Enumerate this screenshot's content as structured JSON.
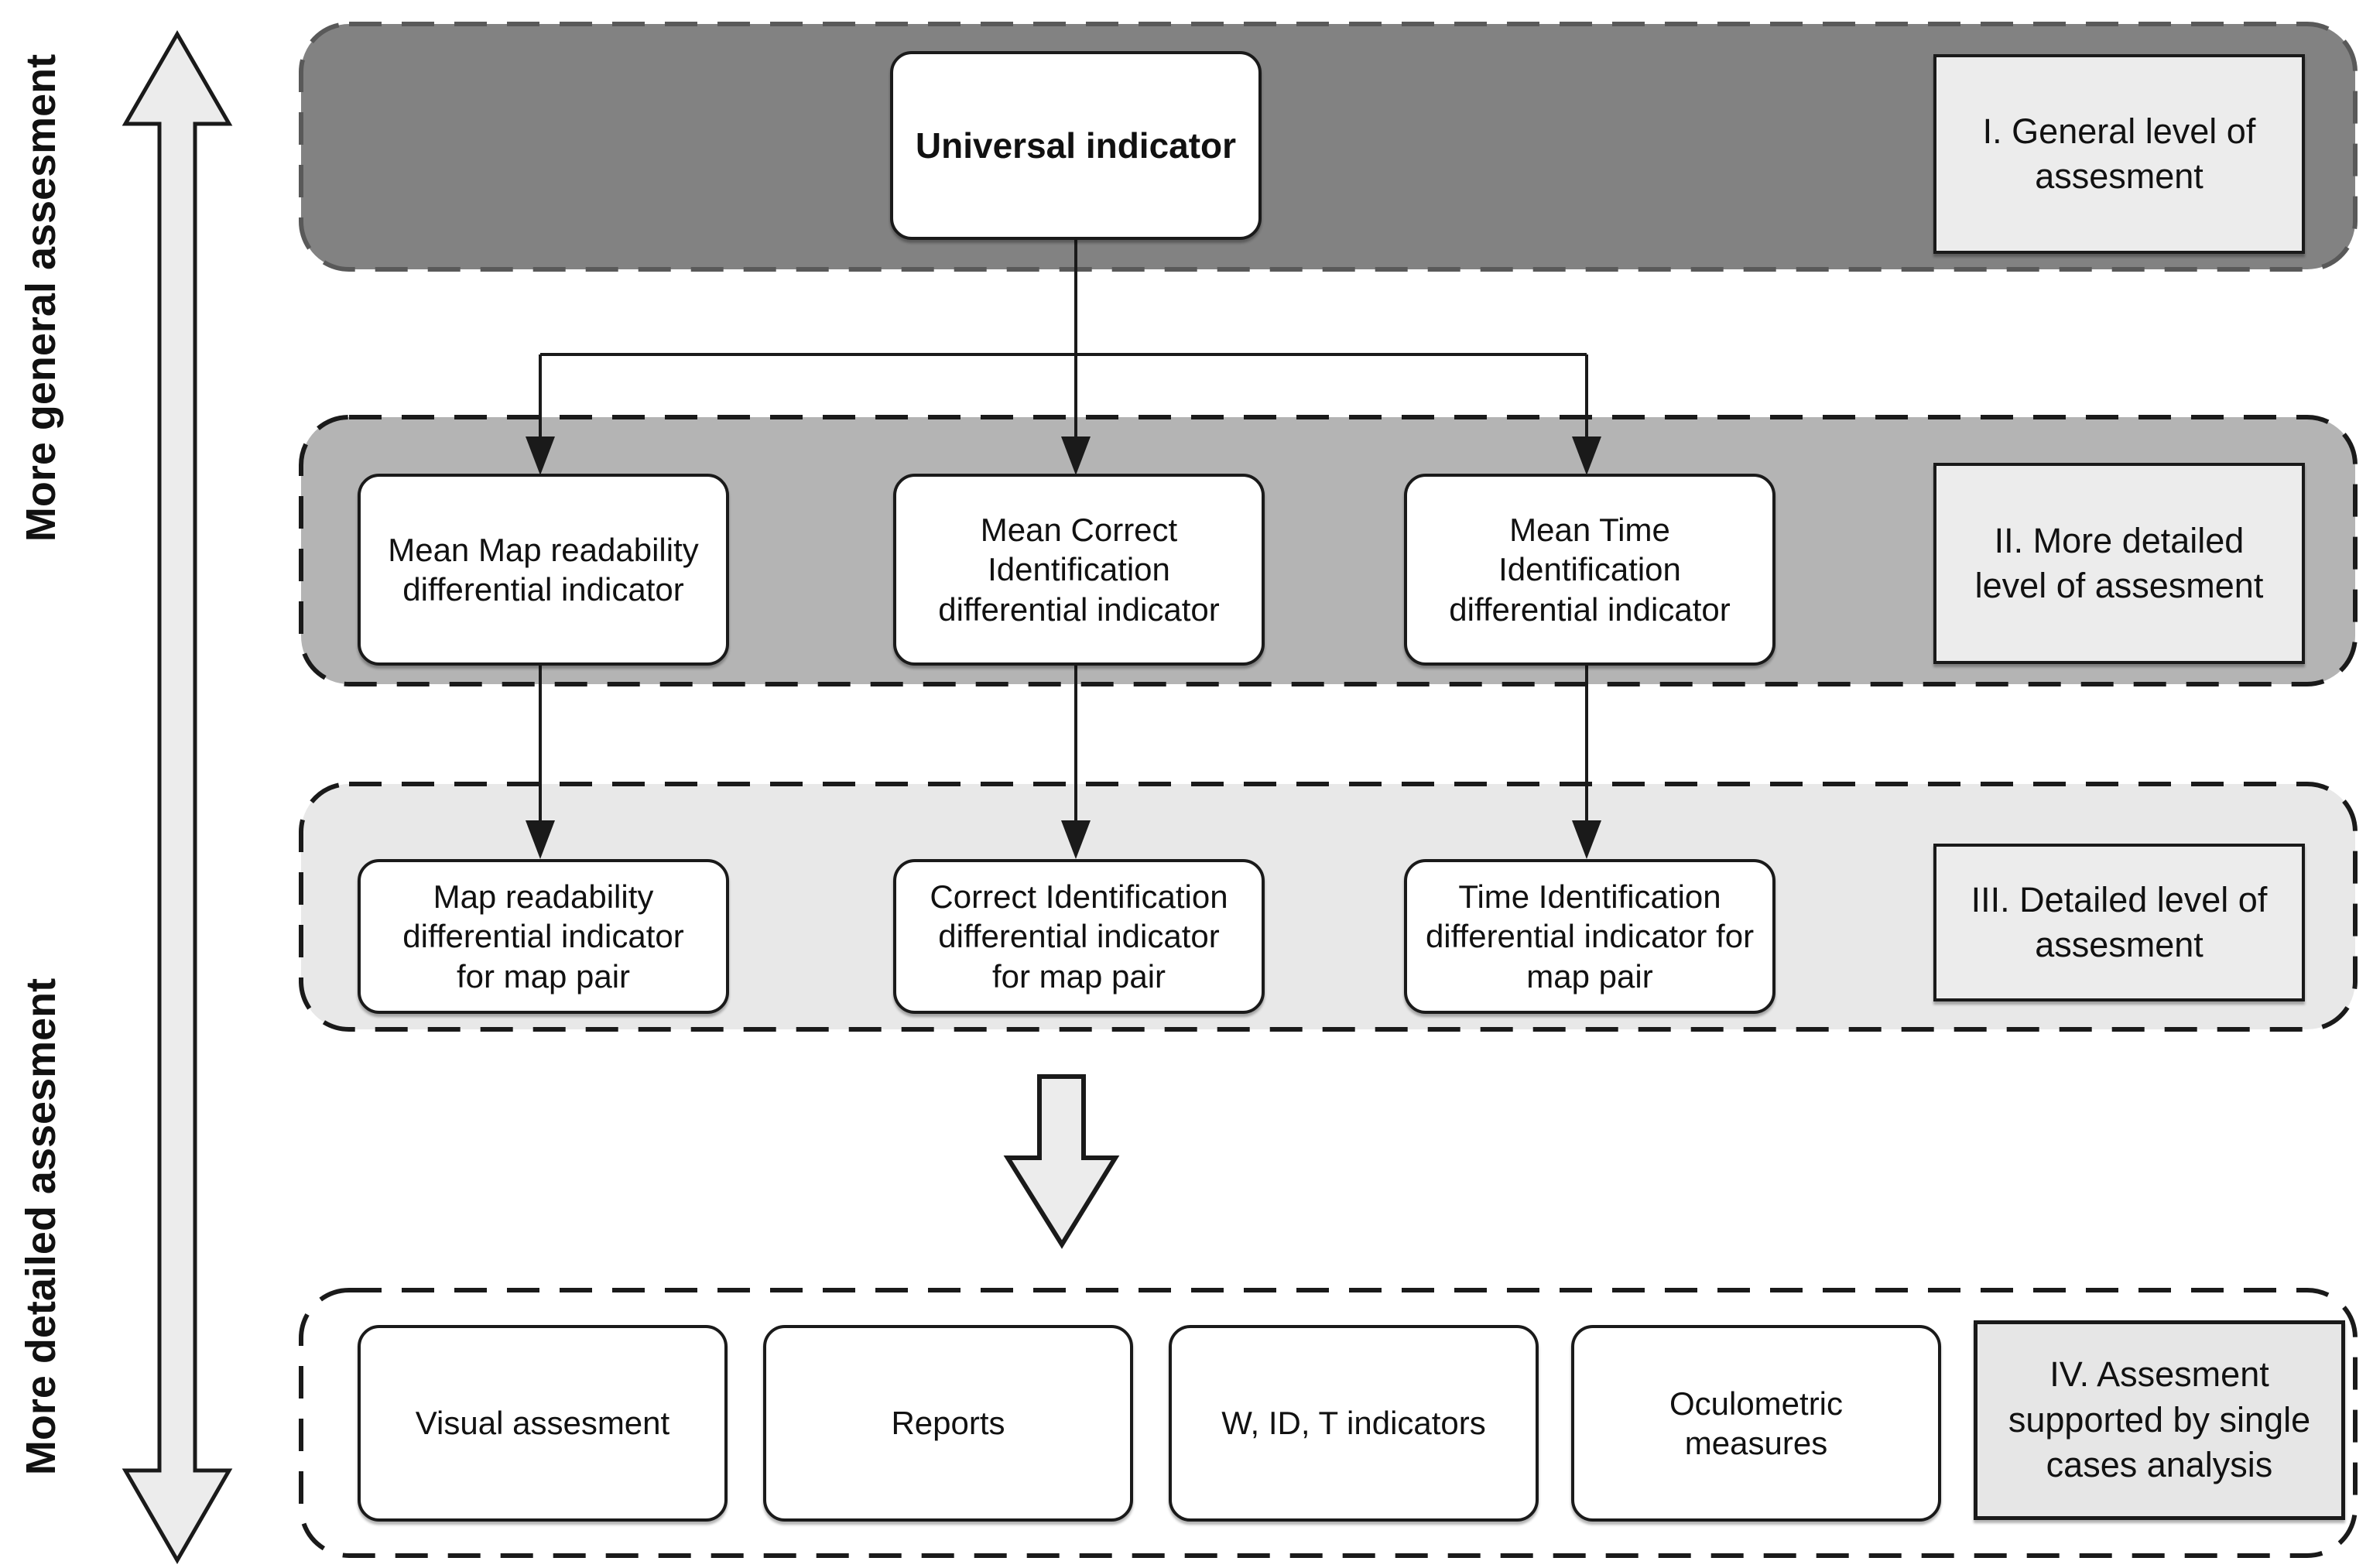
{
  "axis": {
    "top": "More general assesment",
    "bottom": "More detailed assesment"
  },
  "levels": [
    {
      "id": "I",
      "label": "I. General level of\nassesment",
      "nodes": [
        "Universal indicator"
      ]
    },
    {
      "id": "II",
      "label": "II. More detailed\nlevel of assesment",
      "nodes": [
        "Mean Map readability\ndifferential indicator",
        "Mean Correct\nIdentification\ndifferential indicator",
        "Mean Time\nIdentification\ndifferential indicator"
      ]
    },
    {
      "id": "III",
      "label": "III. Detailed level of\nassesment",
      "nodes": [
        "Map readability\ndifferential indicator\nfor map pair",
        "Correct Identification\ndifferential indicator\nfor map pair",
        "Time Identification\ndifferential indicator for\nmap pair"
      ]
    },
    {
      "id": "IV",
      "label": "IV. Assesment\nsupported by  single\ncases analysis",
      "nodes": [
        "Visual assesment",
        "Reports",
        "W, ID, T indicators",
        "Oculometric\nmeasures"
      ]
    }
  ],
  "colors": {
    "level1_fill": "#828282",
    "level1_dash": "#595959",
    "level2_fill": "#b4b4b4",
    "level3_fill": "#e8e8e8",
    "level4_fill": "#ffffff",
    "band_dash": "#1a1a1a",
    "node_fill": "#ffffff",
    "node_border": "#1a1a1a",
    "label_box_fill": "#ececec",
    "label_box_level4_fill": "#e6e6e6",
    "arrow_fill": "#ececec",
    "connector": "#1a1a1a"
  }
}
